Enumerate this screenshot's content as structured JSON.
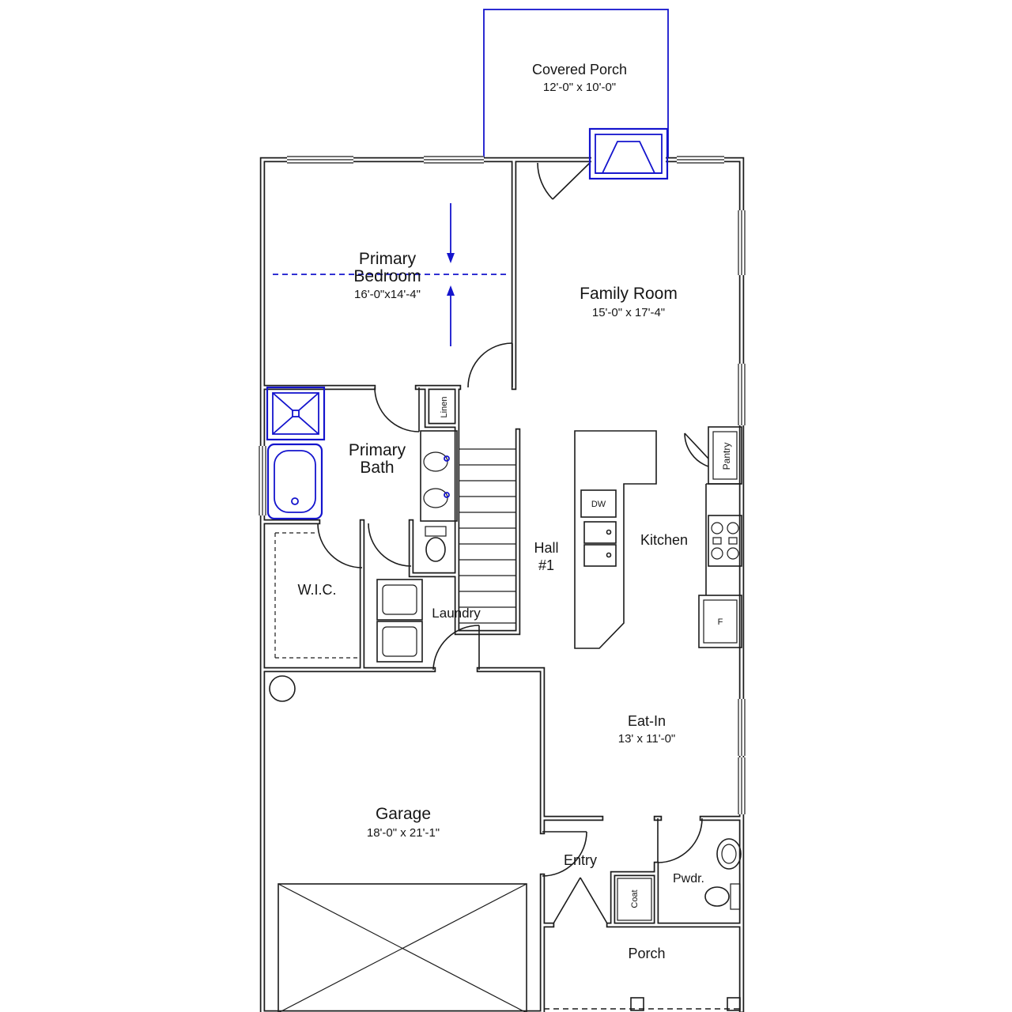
{
  "colors": {
    "line": "#1c1c1c",
    "accent": "#1414cd"
  },
  "rooms": {
    "covered_porch": {
      "name": "Covered Porch",
      "dims": "12'-0\" x 10'-0\""
    },
    "primary_bedroom": {
      "name_line1": "Primary",
      "name_line2": "Bedroom",
      "dims": "16'-0\"x14'-4\""
    },
    "family_room": {
      "name": "Family Room",
      "dims": "15'-0\" x 17'-4\""
    },
    "primary_bath": {
      "name_line1": "Primary",
      "name_line2": "Bath"
    },
    "linen": {
      "name": "Linen"
    },
    "hall": {
      "name_line1": "Hall",
      "name_line2": "#1"
    },
    "kitchen": {
      "name": "Kitchen"
    },
    "pantry": {
      "name": "Pantry"
    },
    "wic": {
      "name": "W.I.C."
    },
    "laundry": {
      "name": "Laundry"
    },
    "eat_in": {
      "name": "Eat-In",
      "dims": "13' x 11'-0\""
    },
    "garage": {
      "name": "Garage",
      "dims": "18'-0\" x 21'-1\""
    },
    "entry": {
      "name": "Entry"
    },
    "coat": {
      "name": "Coat"
    },
    "powder": {
      "name": "Pwdr."
    },
    "porch": {
      "name": "Porch"
    }
  },
  "appliances": {
    "dishwasher": "DW",
    "fridge": "F"
  }
}
